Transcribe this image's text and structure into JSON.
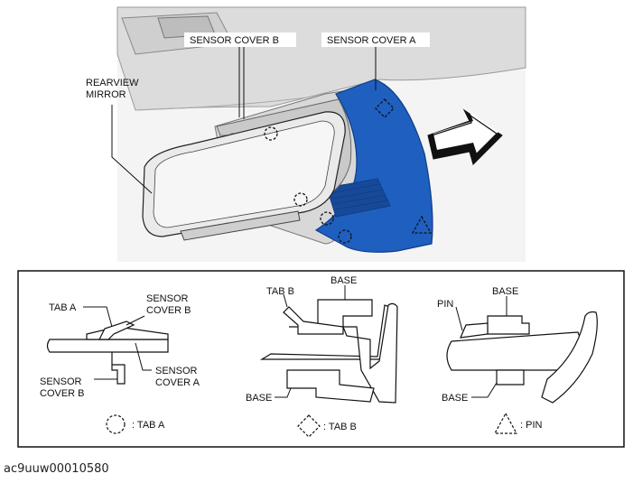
{
  "top_labels": {
    "rearview_mirror_line1": "REARVIEW",
    "rearview_mirror_line2": "MIRROR",
    "sensor_cover_b": "SENSOR COVER B",
    "sensor_cover_a": "SENSOR COVER A"
  },
  "detail_a": {
    "tab_a": "TAB A",
    "sensor_cover_b_top_1": "SENSOR",
    "sensor_cover_b_top_2": "COVER B",
    "sensor_cover_a_1": "SENSOR",
    "sensor_cover_a_2": "COVER A",
    "sensor_cover_b_bot_1": "SENSOR",
    "sensor_cover_b_bot_2": "COVER B"
  },
  "detail_b": {
    "tab_b": "TAB B",
    "base_top": "BASE",
    "base_bottom": "BASE"
  },
  "detail_c": {
    "pin": "PIN",
    "base_top": "BASE",
    "base_bottom": "BASE"
  },
  "legend": {
    "tab_a": ": TAB A",
    "tab_b": ": TAB B",
    "pin": ": PIN"
  },
  "figure_id": "ac9uuw00010580",
  "colors": {
    "cover_blue": "#1f5fbf",
    "cover_blue_dark": "#164a99",
    "mirror_gray": "#e4e4e4",
    "line": "#111111"
  }
}
